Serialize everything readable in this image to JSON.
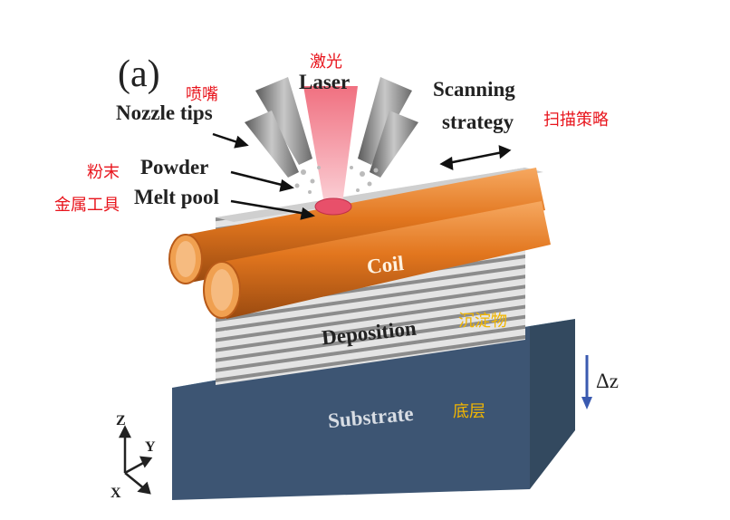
{
  "figure": {
    "panel_label": "(a)",
    "labels": {
      "laser": "Laser",
      "nozzle_tips": "Nozzle tips",
      "scanning_strategy_line1": "Scanning",
      "scanning_strategy_line2": "strategy",
      "powder": "Powder",
      "melt_pool": "Melt pool",
      "coil": "Coil",
      "deposition": "Deposition",
      "substrate": "Substrate",
      "delta_z": "Δz",
      "axis_z": "Z",
      "axis_y": "Y",
      "axis_x": "X"
    },
    "annotations_cn": {
      "laser": "激光",
      "nozzle": "喷嘴",
      "scanning_strategy": "扫描策略",
      "powder": "粉末",
      "melt_pool": "金属工具",
      "deposition": "沉淀物",
      "substrate": "底层"
    },
    "colors": {
      "annotation_red": "#e8141c",
      "annotation_yellow": "#f2b600",
      "coil": "#e2761e",
      "substrate": "#3d5573",
      "laser": "#f07080"
    }
  }
}
